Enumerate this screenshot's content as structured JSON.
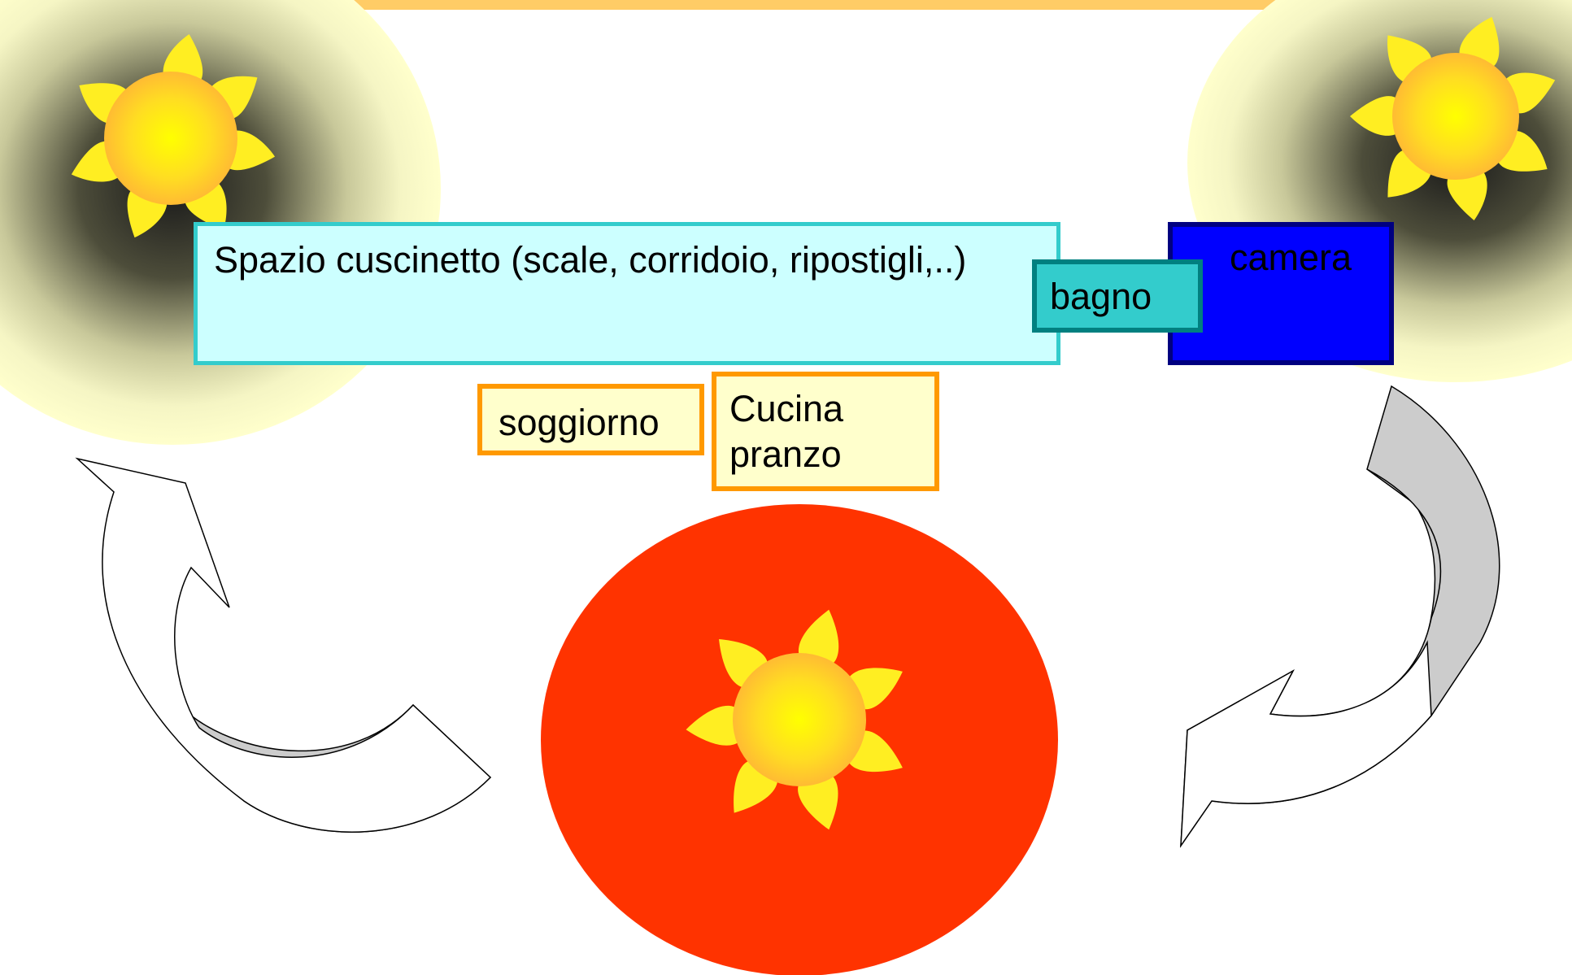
{
  "rooms": {
    "buffer": "Spazio cuscinetto (scale, corridoio, ripostigli,..)",
    "bath": "bagno",
    "bedroom": "camera",
    "living": "soggiorno",
    "kitchen_line1": "Cucina",
    "kitchen_line2": "pranzo"
  },
  "icons": [
    "sun-icon-morning",
    "sun-icon-evening",
    "sun-icon-midday",
    "curved-arrow-left",
    "curved-arrow-right"
  ],
  "colors": {
    "band": "#ffcc66",
    "sun_glow": "#ffffcc",
    "sun_rays": "#ffee22",
    "sun_core": "#ffcc00",
    "midday_disc": "#ff3300",
    "buffer_fill": "#ccffff",
    "buffer_border": "#33cccc",
    "bath_fill": "#33cccc",
    "bedroom_fill": "#0000ff",
    "living_border": "#ff9900",
    "arrow_shade": "#cccccc"
  }
}
